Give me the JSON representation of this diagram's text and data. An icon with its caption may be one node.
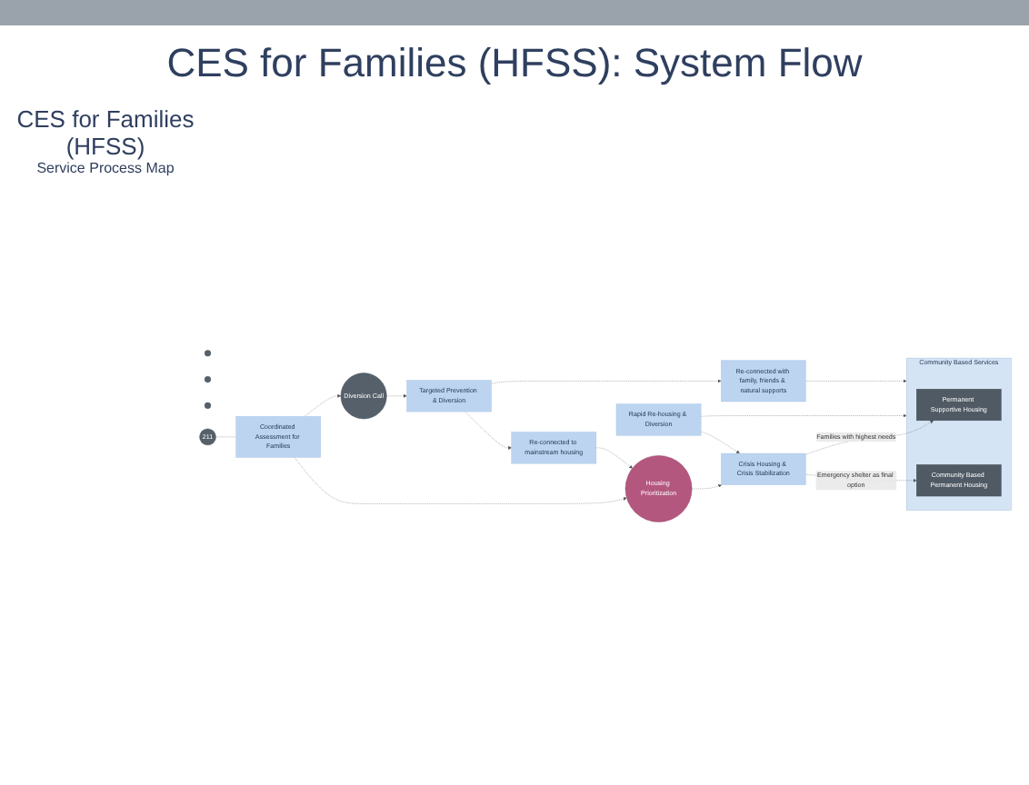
{
  "diagram": {
    "title": "CES for Families (HFSS): System Flow",
    "nodes": [
      {
        "text": [],
        "shape": "circle"
      },
      {
        "text": [],
        "shape": "circle"
      },
      {
        "text": [],
        "shape": "circle"
      },
      {
        "text": [
          "211"
        ]
      },
      {
        "text": [
          "Coordinated Assessment for Families"
        ]
      },
      {
        "text": [
          "Housing Prioritization"
        ]
      },
      {
        "text": [
          "Diversion Call"
        ]
      },
      {
        "text": [
          "Crisis Housing & Crisis Stabilization"
        ]
      },
      {
        "text": [
          "Rapid Re-housing & Diversion"
        ]
      },
      {
        "text": [
          "Targeted Prevention & Diversion"
        ]
      },
      {
        "text": [
          "Re-connected to mainstream housing"
        ]
      },
      {
        "text": [
          "Re-connected with family, friends & natural supports"
        ]
      },
      {
        "text": [
          "Community Based Services"
        ]
      },
      {
        "text": [
          "Permanent Supportive Housing"
        ],
        "in": 12
      },
      {
        "text": [
          "Community Based Permanent Housing"
        ],
        "in": 12
      }
    ],
    "edges": [
      {
        "from": 3,
        "to": 4,
        "arrow": "none",
        "style": "dashed"
      },
      {
        "from": 4,
        "to": 5,
        "arrow": "to",
        "style": "dashed"
      },
      {
        "from": 4,
        "to": 6,
        "arrow": "to",
        "style": "dashed"
      },
      {
        "from": 5,
        "to": 7,
        "arrow": "to",
        "style": "dashed"
      },
      {
        "from": 7,
        "to": 13,
        "label": "Families with highest needs",
        "arrow": "to",
        "style": "dashed"
      },
      {
        "from": 8,
        "to": 7,
        "arrow": "to",
        "style": "dashed"
      },
      {
        "from": 8,
        "to": 12,
        "arrow": "to",
        "style": "dashed"
      },
      {
        "from": 7,
        "to": 14,
        "label": "Emergency shelter as final option",
        "arrow": "to",
        "style": "dashed"
      },
      {
        "from": 6,
        "to": 9,
        "arrow": "to",
        "style": "dashed"
      },
      {
        "from": 9,
        "to": 10,
        "arrow": "to",
        "style": "dashed"
      },
      {
        "from": 9,
        "to": 11,
        "arrow": "to",
        "style": "dashed"
      },
      {
        "from": 10,
        "to": 5,
        "arrow": "to",
        "style": "dashed"
      },
      {
        "from": 11,
        "to": 12,
        "arrow": "to",
        "style": "dashed"
      }
    ],
    "labels": [
      "CES for Families",
      "(HFSS)",
      "Service Process Map"
    ]
  }
}
